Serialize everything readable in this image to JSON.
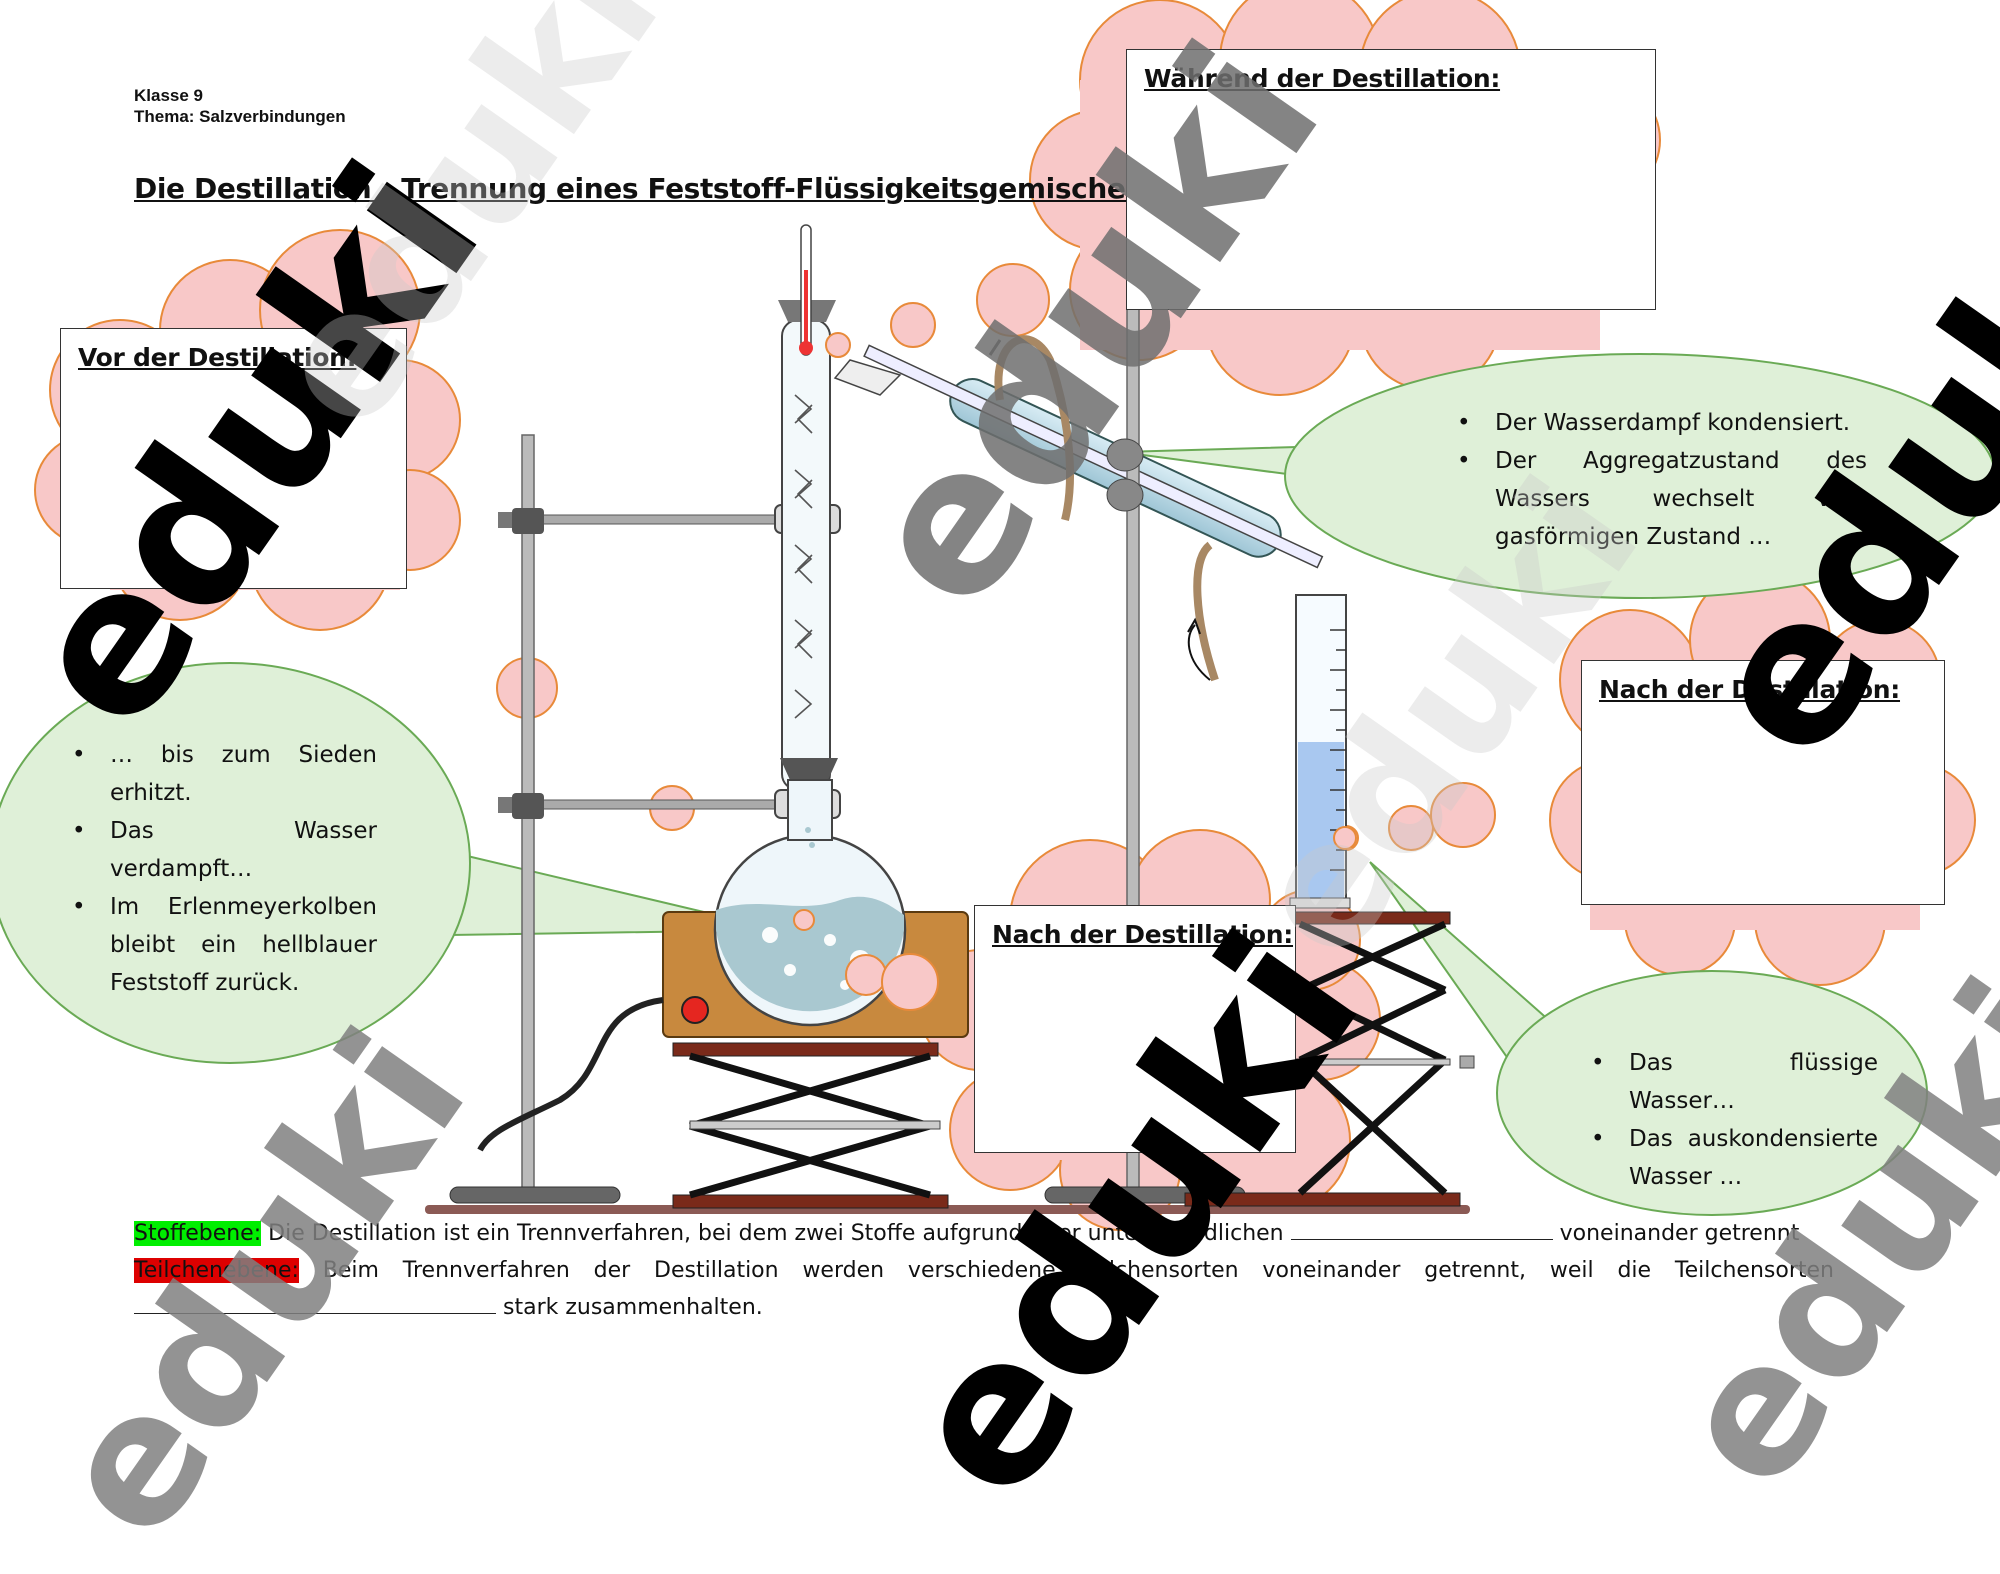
{
  "header": {
    "class_label": "Klasse 9",
    "topic_label": "Thema: Salzverbindungen"
  },
  "title": "Die Destillation - Trennung eines Feststoff-Flüssigkeitsgemisches",
  "boxes": {
    "before": "Vor der Destillation:",
    "during": "Während der Destillation:",
    "after_right": "Nach der Destillation:",
    "after_center": "Nach der Destillation:"
  },
  "bubbles": {
    "left": [
      "… bis zum Sieden erhitzt.",
      "Das Wasser verdampft…",
      "Im Erlenmeyerkolben bleibt ein hellblauer Feststoff zurück."
    ],
    "right_top": [
      "Der Wasserdampf kondensiert.",
      "Der Aggregatzustand des Wassers wechselt vom gasförmigen Zustand …"
    ],
    "right_bottom": [
      "Das flüssige Wasser…",
      "Das auskondensierte Wasser …"
    ]
  },
  "bottom": {
    "stoff_label": "Stoffebene:",
    "stoff_text": "Die Destillation ist ein Trennverfahren, bei dem zwei Stoffe aufgrund ihrer unterschiedlichen",
    "stoff_end": "voneinander getrennt werden.",
    "teilchen_label": "Teilchenebene:",
    "teilchen_text": "Beim Trennverfahren der Destillation werden verschiedene Teilchensorten voneinander getrennt, weil die Teilchensorten",
    "teilchen_end": "stark zusammenhalten."
  },
  "watermark": "eduki",
  "colors": {
    "cloud_fill": "#f8c8c8",
    "cloud_stroke": "#e88a3a",
    "bubble_fill": "#dff0d8",
    "bubble_stroke": "#6aaa55",
    "liquid": "#a9c8f0",
    "heater": "#c8893e",
    "watermark_black": "#000000",
    "watermark_gray": "#808080"
  }
}
